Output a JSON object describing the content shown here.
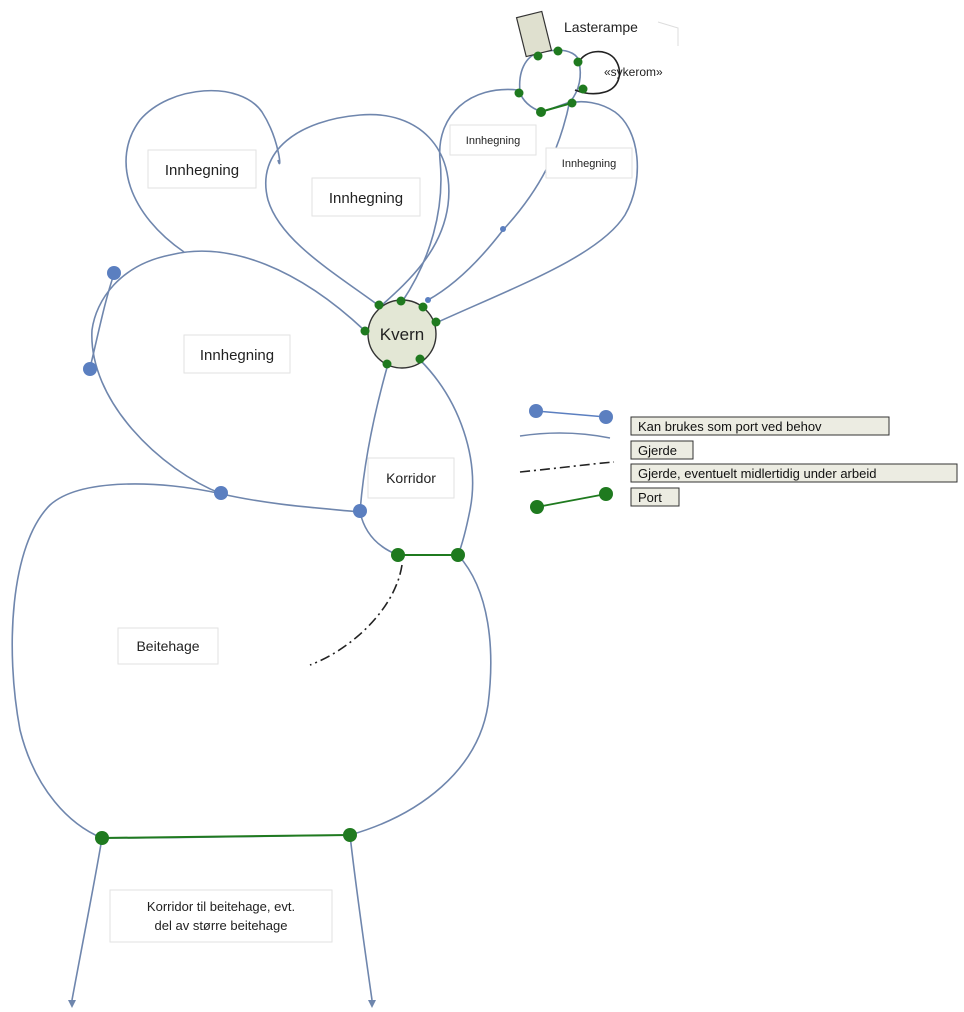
{
  "areas": {
    "lasterampe": "Lasterampe",
    "sykerom": "«sykerom»",
    "innhegning_top_left": "Innhegning",
    "innhegning_top_middle": "Innhegning",
    "innhegning_small_1": "Innhegning",
    "innhegning_small_2": "Innhegning",
    "innhegning_left": "Innhegning",
    "kvern": "Kvern",
    "korridor": "Korridor",
    "beitehage": "Beitehage",
    "korridor_beitehage_line1": "Korridor til beitehage, evt.",
    "korridor_beitehage_line2": "del av større beitehage"
  },
  "legend": {
    "optional_port": "Kan brukes som port ved behov",
    "fence": "Gjerde",
    "temporary_fence": "Gjerde, eventuelt midlertidig under arbeid",
    "port": "Port"
  },
  "colors": {
    "fence": "#6f86ad",
    "optional_port": "#5b7fc0",
    "port": "#1f7a1f",
    "kvern_fill": "#e3e7d5",
    "box_fill": "#dfe0cf",
    "legend_fill": "#ecece2"
  }
}
